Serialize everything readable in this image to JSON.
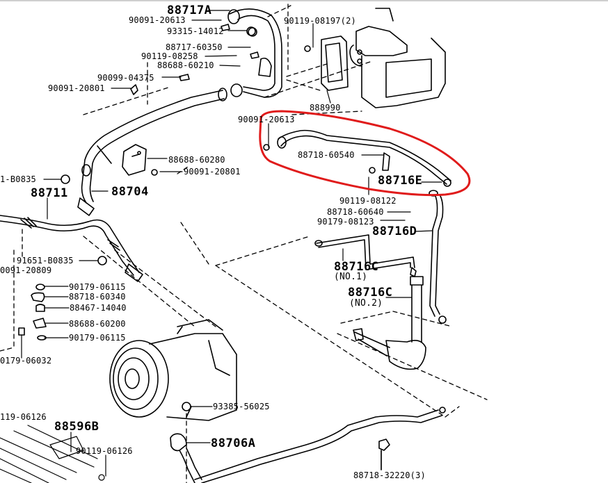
{
  "diagram": {
    "title": "Toyota A/C refrigerant piping parts diagram",
    "highlight_color": "#e01b1b",
    "line_color": "#000000",
    "highlighted_group": "88716E",
    "labels": {
      "p88717A": "88717A",
      "p90091_20613_a": "90091-20613",
      "p93315_14012": "93315-14012",
      "p88717_60350": "88717-60350",
      "p90119_08258": "90119-08258",
      "p88688_60210": "88688-60210",
      "p90099_04375": "90099-04375",
      "p90091_20801_a": "90091-20801",
      "p90119_08197": "90119-08197(2)",
      "p888990": "888990",
      "p90091_20613_b": "90091-20613",
      "p88718_60540": "88718-60540",
      "p88716E": "88716E",
      "p90119_08122": "90119-08122",
      "p88718_60640": "88718-60640",
      "p90179_08123": "90179-08123",
      "p88716D": "88716D",
      "p88716C_1": "88716C",
      "p88716C_1_note": "(NO.1)",
      "p88716C_2": "88716C",
      "p88716C_2_note": "(NO.2)",
      "p88688_60280": "88688-60280",
      "p90091_20801_b": "90091-20801",
      "p91651_B0835_a": "1-B0835",
      "p88711": "88711",
      "p88704": "88704",
      "p91651_B0835_b": "91651-B0835",
      "p90091_20809": "0091-20809",
      "p90179_06115_a": "90179-06115",
      "p88718_60340": "88718-60340",
      "p88467_14040": "88467-14040",
      "p88688_60200": "88688-60200",
      "p90179_06115_b": "90179-06115",
      "p90179_06032": "0179-06032",
      "p93385_56025": "93385-56025",
      "p90119_06126_a": "119-06126",
      "p88596B": "88596B",
      "p90119_06126_b": "90119-06126",
      "p88706A": "88706A",
      "p88718_32220": "88718-32220(3)"
    }
  }
}
